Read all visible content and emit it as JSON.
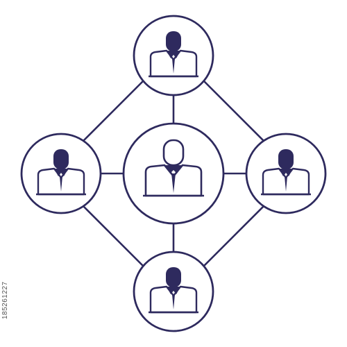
{
  "diagram": {
    "type": "network",
    "colors": {
      "stroke": "#2e2a5e",
      "background": "#ffffff"
    },
    "nodes": [
      {
        "id": "center",
        "icon": "person-outline-icon"
      },
      {
        "id": "top",
        "icon": "person-solid-icon"
      },
      {
        "id": "left",
        "icon": "person-solid-icon"
      },
      {
        "id": "right",
        "icon": "person-solid-icon"
      },
      {
        "id": "bottom",
        "icon": "person-solid-icon"
      }
    ],
    "edges": [
      [
        "top",
        "left"
      ],
      [
        "top",
        "right"
      ],
      [
        "left",
        "bottom"
      ],
      [
        "right",
        "bottom"
      ],
      [
        "center",
        "top"
      ],
      [
        "center",
        "left"
      ],
      [
        "center",
        "right"
      ],
      [
        "center",
        "bottom"
      ]
    ]
  },
  "watermark": {
    "stock_id": "185261227"
  }
}
